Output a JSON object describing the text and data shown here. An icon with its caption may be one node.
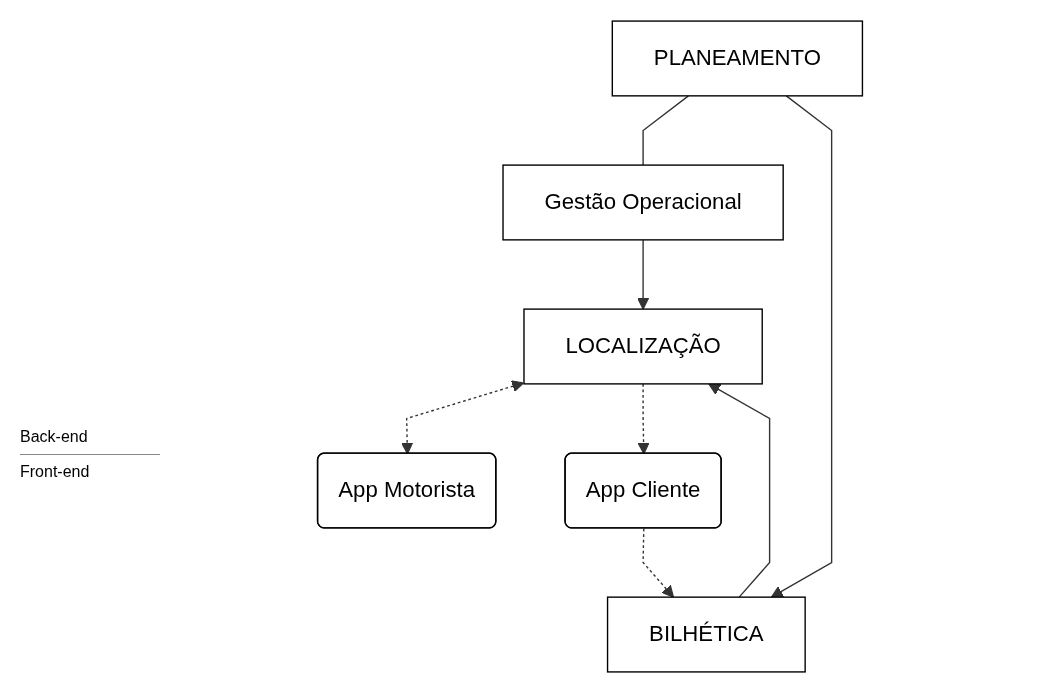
{
  "diagram": {
    "nodes": [
      {
        "text": [
          "PLANEAMENTO"
        ]
      },
      {
        "text": [
          "Gestão Operacional"
        ]
      },
      {
        "text": [
          "LOCALIZAÇÃO"
        ]
      },
      {
        "text": [
          "BILHÉTICA"
        ]
      },
      {
        "text": [
          "App Motorista"
        ]
      },
      {
        "text": [
          "App Cliente"
        ]
      }
    ],
    "edges": [
      {
        "from": 0,
        "to": 1,
        "arrow": "none"
      },
      {
        "from": 1,
        "to": 2,
        "arrow": "to"
      },
      {
        "from": 0,
        "to": 3,
        "arrow": "to"
      },
      {
        "from": 3,
        "to": 2,
        "arrow": "to"
      },
      {
        "from": 2,
        "to": 4,
        "arrow": "both",
        "style": "dashed"
      },
      {
        "from": 2,
        "to": 5,
        "arrow": "to",
        "style": "dashed"
      },
      {
        "from": 5,
        "to": 3,
        "arrow": "to",
        "style": "dashed"
      }
    ],
    "labels": [
      "Back-end",
      "Front-end"
    ]
  }
}
